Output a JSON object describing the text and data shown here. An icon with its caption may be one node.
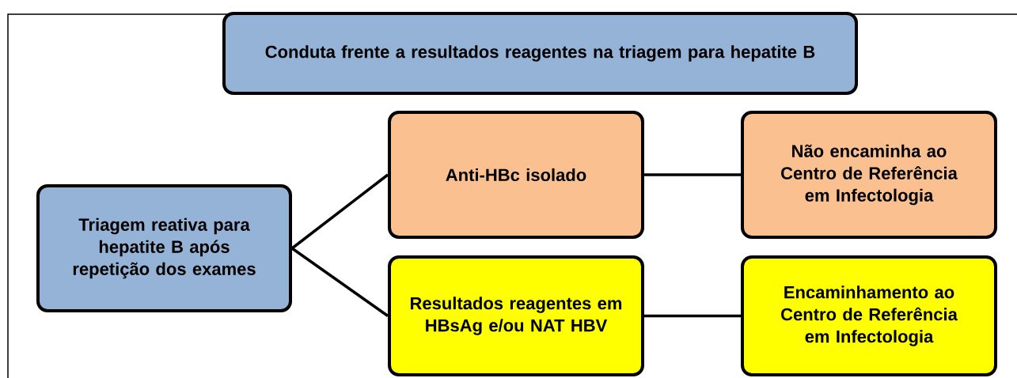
{
  "diagram": {
    "title": "Conduta frente a resultados reagentes na triagem para hepatite B",
    "nodes": [
      {
        "text": [
          "Triagem reativa para hepatite B após repetição dos exames"
        ]
      },
      {
        "text": [
          "Anti-HBc isolado"
        ]
      },
      {
        "text": [
          "Não encaminha ao Centro de Referência em Infectologia"
        ]
      },
      {
        "text": [
          "Resultados reagentes em  HBsAg e/ou NAT HBV"
        ]
      },
      {
        "text": [
          "Encaminhamento ao Centro de Referência em Infectologia"
        ]
      }
    ],
    "edges": [
      {
        "from": 0,
        "to": 1,
        "arrow": "none"
      },
      {
        "from": 0,
        "to": 3,
        "arrow": "none"
      },
      {
        "from": 1,
        "to": 2,
        "arrow": "none"
      },
      {
        "from": 3,
        "to": 4,
        "arrow": "none"
      }
    ]
  }
}
